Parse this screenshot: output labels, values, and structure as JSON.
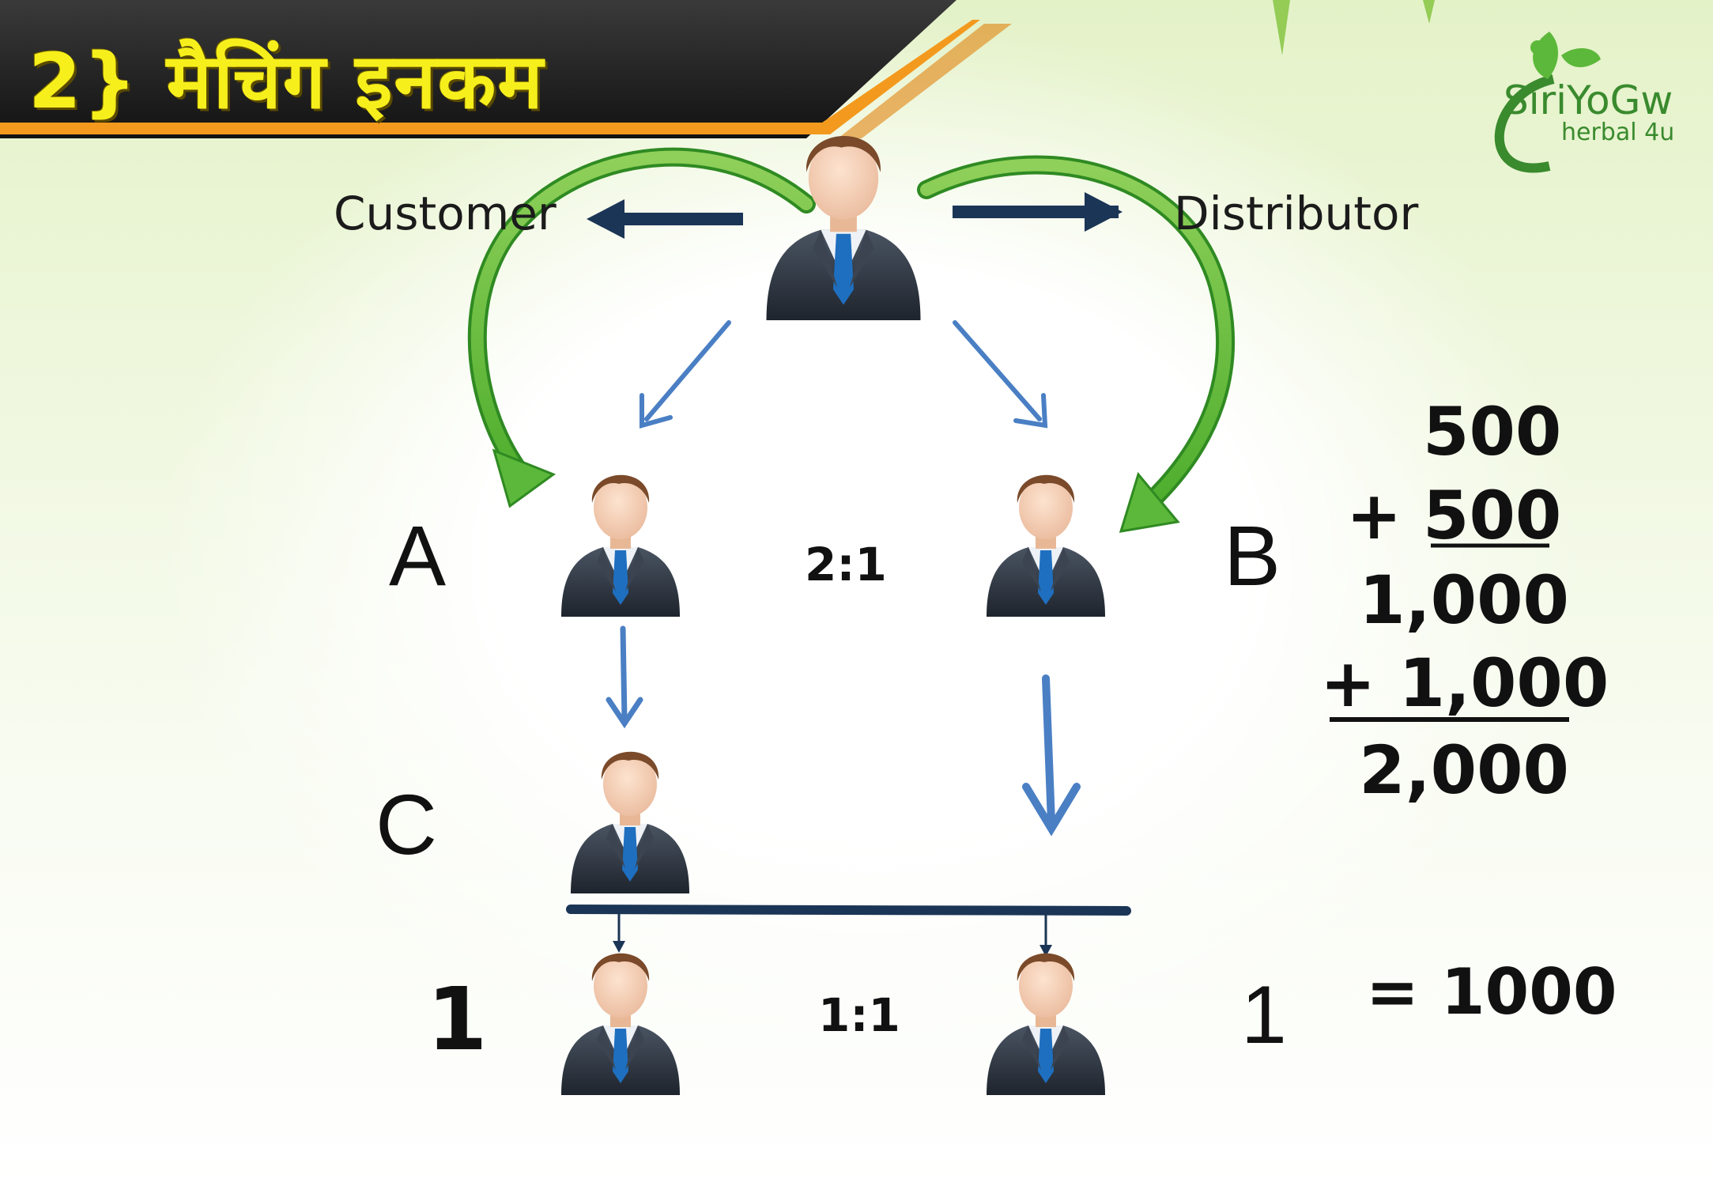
{
  "header": {
    "title": "2} मैचिंग इनकम"
  },
  "logo": {
    "brand": "SiriYoGw",
    "tagline": "herbal 4u"
  },
  "top": {
    "left_label": "Customer",
    "right_label": "Distributor"
  },
  "nodes": {
    "a_label": "A",
    "b_label": "B",
    "c_label": "C",
    "left_count": "1",
    "right_count": "1"
  },
  "ratios": {
    "upper": "2:1",
    "lower": "1:1"
  },
  "calculation": {
    "line1": "500",
    "line2_prefix": "+",
    "line2": "500",
    "line3": "1,000",
    "line4": "+ 1,000",
    "line5": "2,000"
  },
  "result": "= 1000",
  "colors": {
    "title_yellow": "#f6ef1c",
    "banner_dark": "#1c1c1c",
    "banner_orange": "#f39a1e",
    "arrow_green": "#5cb83a",
    "arrow_blue": "#4a7fc4",
    "arrow_navy": "#1b3556",
    "suit": "#2c3440",
    "tie": "#1f6fc0"
  }
}
